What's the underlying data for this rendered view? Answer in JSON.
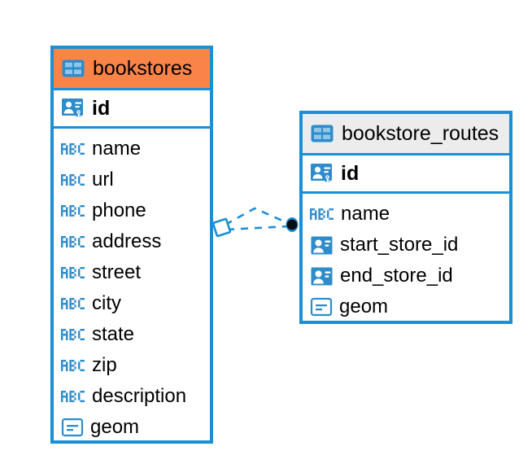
{
  "diagram": {
    "type": "entity-relationship-diagram",
    "background_color": "#ffffff",
    "accent_color": "#1c8fd4",
    "entities": [
      {
        "name": "bookstores",
        "header_color": "#fa8448",
        "table_icon": "table-icon",
        "primary_key": {
          "label": "id",
          "icon": "primary-key-icon"
        },
        "fields": [
          {
            "label": "name",
            "icon": "abc-text-icon"
          },
          {
            "label": "url",
            "icon": "abc-text-icon"
          },
          {
            "label": "phone",
            "icon": "abc-text-icon"
          },
          {
            "label": "address",
            "icon": "abc-text-icon"
          },
          {
            "label": "street",
            "icon": "abc-text-icon"
          },
          {
            "label": "city",
            "icon": "abc-text-icon"
          },
          {
            "label": "state",
            "icon": "abc-text-icon"
          },
          {
            "label": "zip",
            "icon": "abc-text-icon"
          },
          {
            "label": "description",
            "icon": "abc-text-icon"
          },
          {
            "label": "geom",
            "icon": "geometry-icon"
          }
        ]
      },
      {
        "name": "bookstore_routes",
        "header_color": "#ececec",
        "table_icon": "table-icon",
        "primary_key": {
          "label": "id",
          "icon": "primary-key-icon"
        },
        "fields": [
          {
            "label": "name",
            "icon": "abc-text-icon"
          },
          {
            "label": "start_store_id",
            "icon": "foreign-key-icon"
          },
          {
            "label": "end_store_id",
            "icon": "foreign-key-icon"
          },
          {
            "label": "geom",
            "icon": "geometry-icon"
          }
        ]
      }
    ],
    "relationship": {
      "source_entity": "bookstores",
      "target_entity": "bookstore_routes",
      "source_marker": "diamond-marker",
      "target_marker": "filled-circle-marker",
      "line_style": "dashed",
      "line_color": "#1c8fd4"
    }
  }
}
